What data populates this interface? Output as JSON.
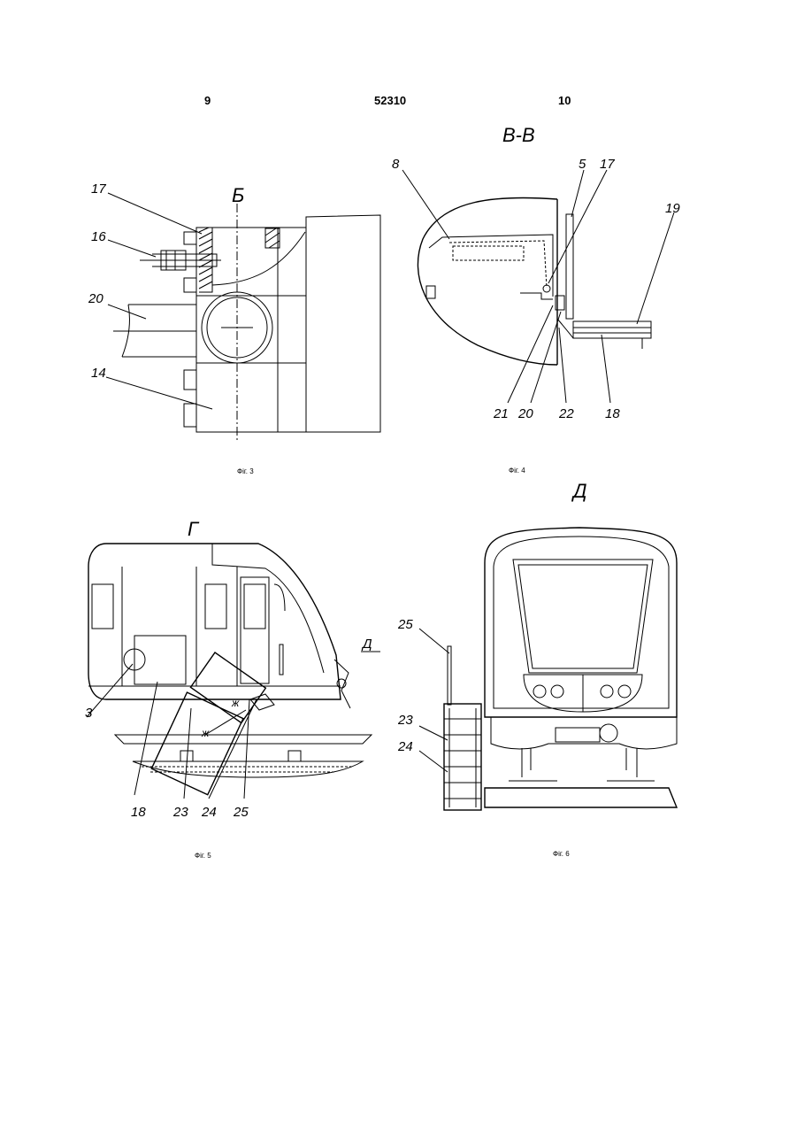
{
  "header": {
    "page_left": "9",
    "patent_number": "52310",
    "page_right": "10"
  },
  "figures": {
    "fig3": {
      "view": "Б",
      "caption": "Фіг. 3",
      "labels": [
        "17",
        "16",
        "20",
        "14"
      ]
    },
    "fig4": {
      "view": "В-В",
      "caption": "Фіг. 4",
      "labels": [
        "8",
        "5",
        "17",
        "19",
        "21",
        "20",
        "22",
        "18"
      ]
    },
    "fig5": {
      "view": "Г",
      "arrow": "Д",
      "caption": "Фіг. 5",
      "labels": [
        "3",
        "18",
        "23",
        "24",
        "25"
      ],
      "dimension_mark": "ж"
    },
    "fig6": {
      "view": "Д",
      "caption": "Фіг. 6",
      "labels": [
        "25",
        "23",
        "24"
      ]
    }
  }
}
